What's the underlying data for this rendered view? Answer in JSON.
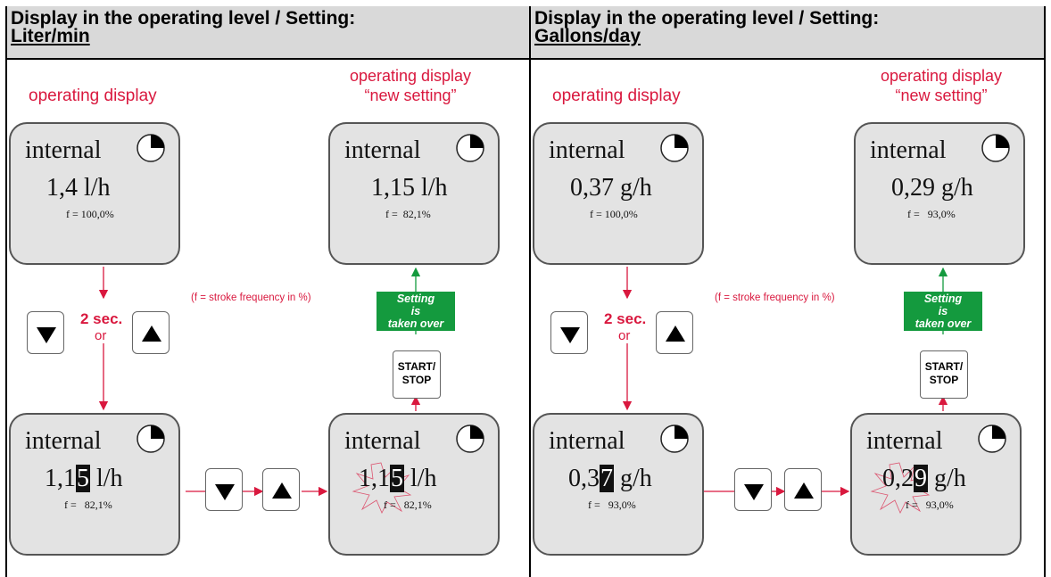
{
  "panels": [
    {
      "header_line1": "Display in the operating level / Setting:",
      "header_line2": "Liter/min",
      "operating_display_label": "operating display",
      "new_setting_label_line1": "operating display",
      "new_setting_label_line2": "“new setting”",
      "note": "(f = stroke frequency in %)",
      "two_sec": "2 sec.",
      "or": "or",
      "green_line1": "Setting",
      "green_line2": "is",
      "green_line3": "taken over",
      "start_stop_line1": "START/",
      "start_stop_line2": "STOP",
      "displays": {
        "top_left": {
          "word": "internal",
          "value": "1,4 l/h",
          "freq": "f = 100,0%"
        },
        "top_right": {
          "word": "internal",
          "value": "1,15 l/h",
          "freq": "f =  82,1%"
        },
        "bottom_left": {
          "word": "internal",
          "value_pre": "1,1",
          "value_hl": "5",
          "value_post": " l/h",
          "freq": "f =   82,1%"
        },
        "bottom_right": {
          "word": "internal",
          "value_pre": "1,1",
          "value_hl": "5",
          "value_post": " l/h",
          "freq": "f =   82,1%"
        }
      }
    },
    {
      "header_line1": "Display in the operating level / Setting:",
      "header_line2": "Gallons/day",
      "operating_display_label": "operating display",
      "new_setting_label_line1": "operating display",
      "new_setting_label_line2": "“new setting”",
      "note": "(f = stroke frequency in %)",
      "two_sec": "2 sec.",
      "or": "or",
      "green_line1": "Setting",
      "green_line2": "is",
      "green_line3": "taken over",
      "start_stop_line1": "START/",
      "start_stop_line2": "STOP",
      "displays": {
        "top_left": {
          "word": "internal",
          "value": "0,37 g/h",
          "freq": "f = 100,0%"
        },
        "top_right": {
          "word": "internal",
          "value": "0,29 g/h",
          "freq": "f =   93,0%"
        },
        "bottom_left": {
          "word": "internal",
          "value_pre": "0,3",
          "value_hl": "7",
          "value_post": " g/h",
          "freq": "f =   93,0%"
        },
        "bottom_right": {
          "word": "internal",
          "value_pre": "0,2",
          "value_hl": "9",
          "value_post": " g/h",
          "freq": "f =   93,0%"
        }
      }
    }
  ],
  "colors": {
    "accent_red": "#d9183e",
    "green": "#149a3e",
    "display_bg": "#e3e3e3"
  },
  "icons": [
    "clock-quarter-icon",
    "down-triangle-icon",
    "up-triangle-icon",
    "burst-icon"
  ]
}
